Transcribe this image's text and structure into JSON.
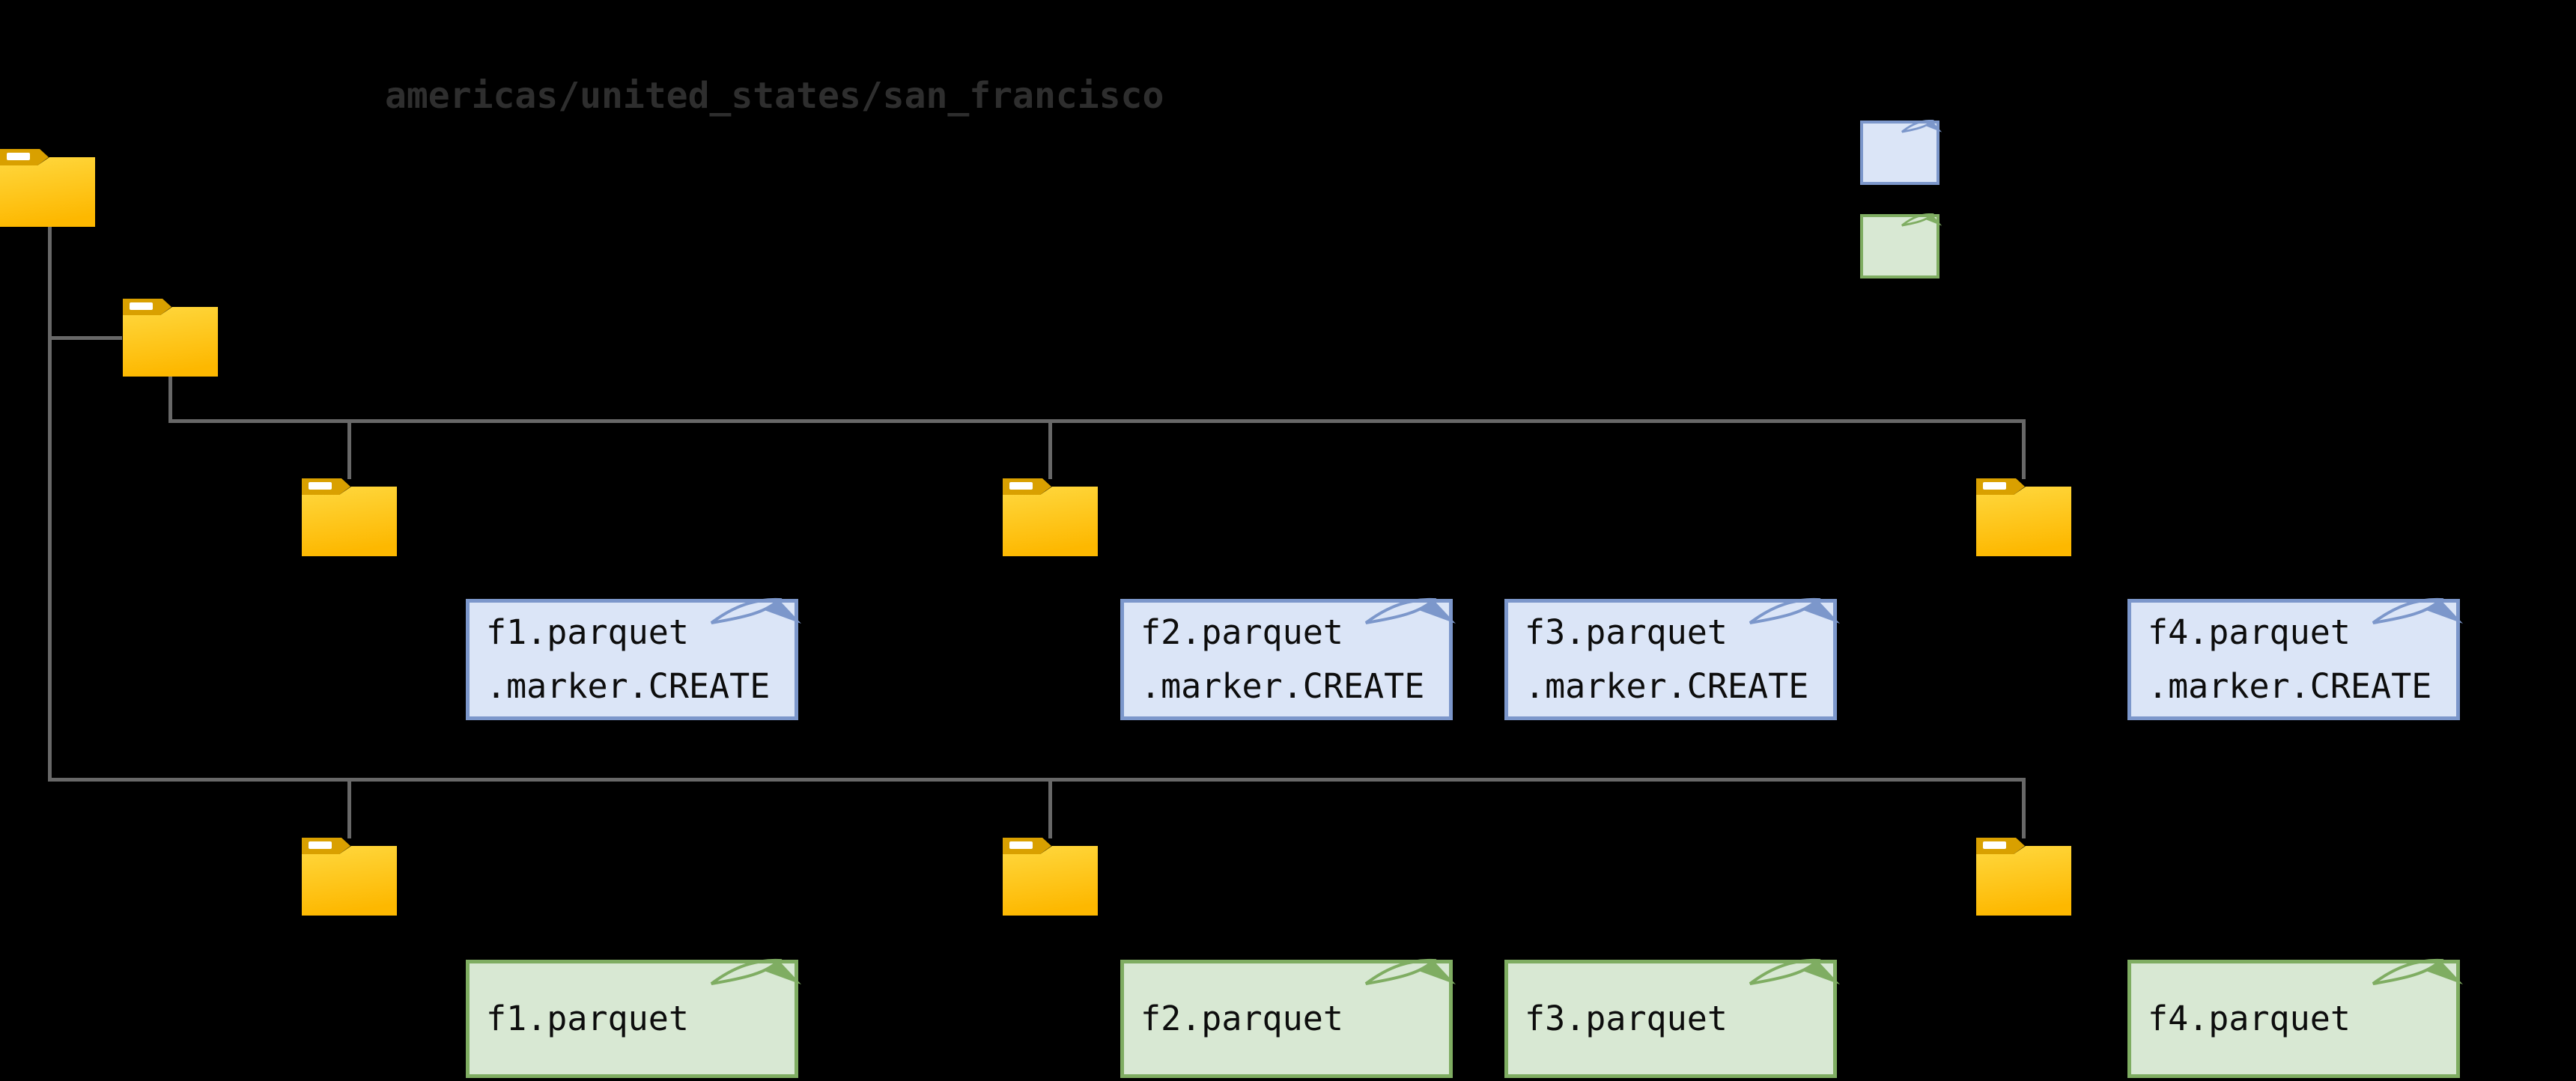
{
  "header": {
    "path_label": "americas/united_states/san_francisco"
  },
  "legend": {
    "items": [
      {
        "icon": "marker-file-note-icon",
        "fill": "#dbe5f7",
        "stroke": "#7c97cb"
      },
      {
        "icon": "data-file-note-icon",
        "fill": "#d8e8d3",
        "stroke": "#7fad62"
      }
    ]
  },
  "tree": {
    "folder_icon_count": 8,
    "levels": [
      {
        "name": "root-folder"
      },
      {
        "name": "path-folder"
      },
      {
        "name": "marker-partition-folders",
        "count": 3
      },
      {
        "name": "data-partition-folders",
        "count": 3
      }
    ]
  },
  "marker_notes": [
    {
      "line1": "f1.parquet",
      "line2": ".marker.CREATE"
    },
    {
      "line1": "f2.parquet",
      "line2": ".marker.CREATE"
    },
    {
      "line1": "f3.parquet",
      "line2": ".marker.CREATE"
    },
    {
      "line1": "f4.parquet",
      "line2": ".marker.CREATE"
    }
  ],
  "data_notes": [
    {
      "label": "f1.parquet"
    },
    {
      "label": "f2.parquet"
    },
    {
      "label": "f3.parquet"
    },
    {
      "label": "f4.parquet"
    }
  ],
  "colors": {
    "background": "#000000",
    "connector": "#686868",
    "path_text": "#2e2e2e",
    "folder_body": "#fdb800",
    "folder_body_light": "#ffd83f",
    "folder_tab": "#d9a000",
    "marker_note_fill": "#dbe5f7",
    "marker_note_stroke": "#7c97cb",
    "data_note_fill": "#d8e8d3",
    "data_note_stroke": "#7fad62"
  }
}
